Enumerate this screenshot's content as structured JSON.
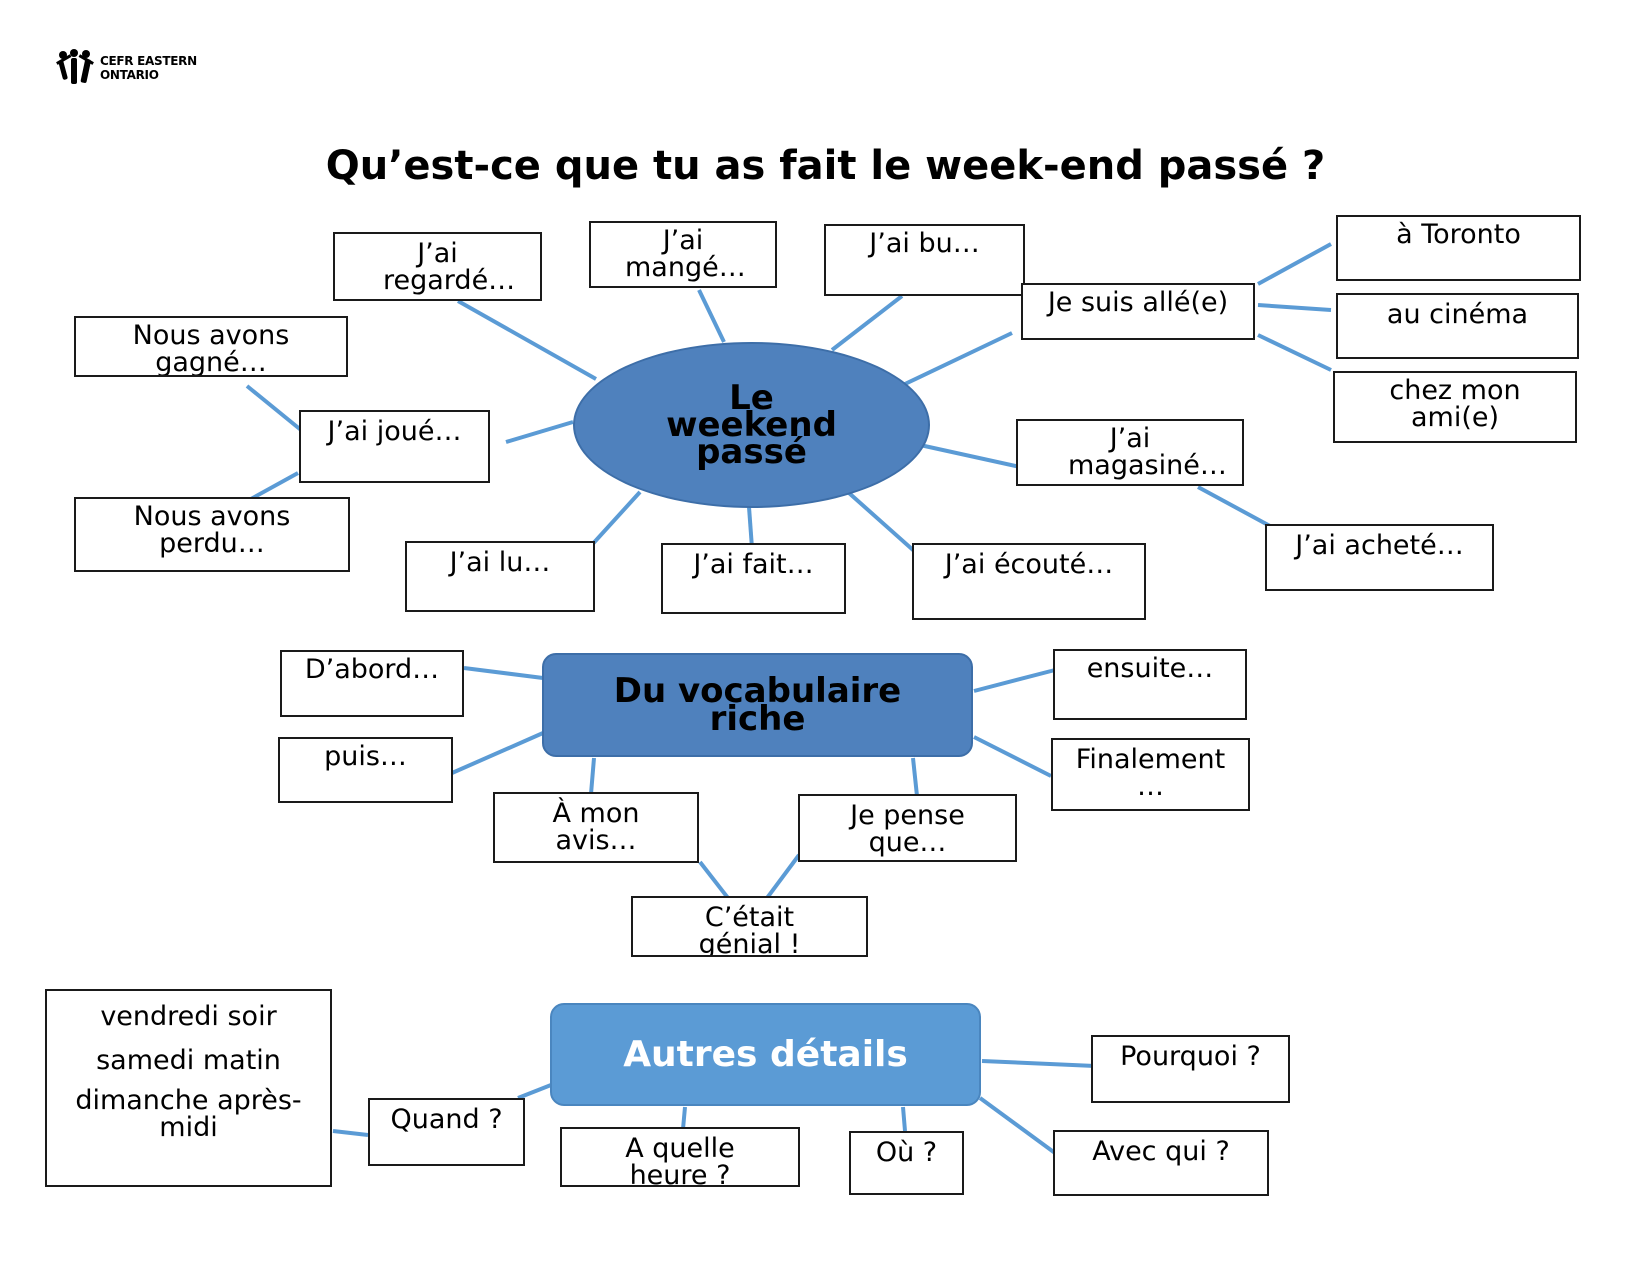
{
  "logo": {
    "line1": "CEFR EASTERN",
    "line2": "ONTARIO"
  },
  "title": "Qu’est-ce que tu as fait le week-end passé ?",
  "colors": {
    "hub_dark": "#4f81bd",
    "hub_light": "#5b9bd5",
    "connector": "#5b9bd5"
  },
  "weekend": {
    "center": "Le weekend passé",
    "jai_regarde": "J’ai regardé…",
    "jai_mange": "J’ai mangé…",
    "jai_bu": "J’ai bu…",
    "je_suis_alle": "Je suis allé(e)",
    "a_toronto": "à Toronto",
    "au_cinema": "au cinéma",
    "chez_mon_ami": "chez mon ami(e)",
    "nous_avons_gagne": "Nous avons gagné…",
    "jai_joue": "J’ai joué…",
    "nous_avons_perdu": "Nous avons perdu…",
    "jai_magasine": "J’ai magasiné…",
    "jai_achete": "J’ai acheté…",
    "jai_lu": "J’ai lu…",
    "jai_fait": "J’ai fait…",
    "jai_ecoute": "J’ai écouté…"
  },
  "vocab": {
    "center": "Du vocabulaire riche",
    "dabord": "D’abord…",
    "puis": "puis…",
    "ensuite": "ensuite…",
    "finalement": "Finalement …",
    "a_mon_avis": "À mon avis…",
    "je_pense_que": "Je pense que…",
    "cetait_genial": "C’était génial !"
  },
  "details": {
    "center": "Autres détails",
    "quand": "Quand ?",
    "times": [
      "vendredi soir",
      "samedi matin",
      "dimanche après-midi"
    ],
    "a_quelle_heure": "A quelle heure ?",
    "ou": "Où ?",
    "pourquoi": "Pourquoi ?",
    "avec_qui": "Avec qui ?"
  }
}
